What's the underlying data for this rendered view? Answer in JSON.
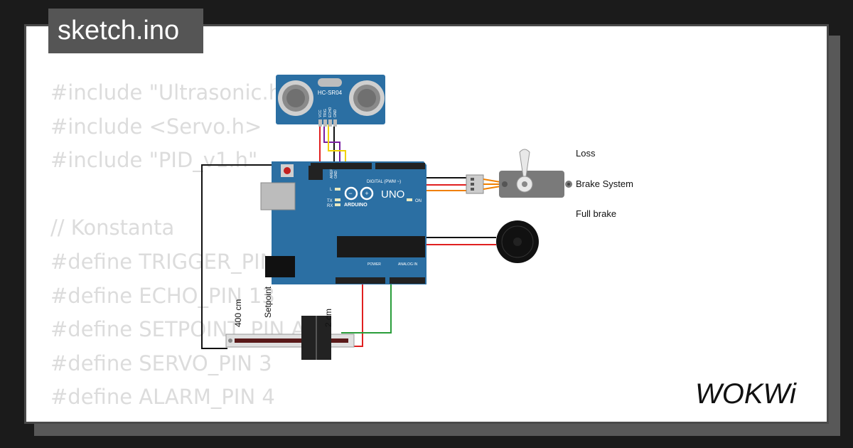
{
  "file_tab": {
    "label": "sketch.ino"
  },
  "code_lines": [
    "#include \"Ultrasonic.h\"",
    "#include <Servo.h>",
    "#include \"PID_v1.h\"",
    "",
    "// Konstanta",
    "#define TRIGGER_PIN 12",
    "#define ECHO_PIN 13",
    "#define SETPOINT_PIN A0",
    "#define SERVO_PIN 3",
    "#define ALARM_PIN 4"
  ],
  "sensor": {
    "model": "HC-SR04",
    "pins": [
      "VCC",
      "TRIG",
      "ECHO",
      "GND"
    ]
  },
  "board": {
    "model": "UNO",
    "brand": "ARDUINO",
    "digital_header": "DIGITAL (PWM ~)",
    "power_header": "POWER",
    "analog_header": "ANALOG IN",
    "on_label": "ON",
    "l_label": "L",
    "tx_label": "TX",
    "rx_label": "RX",
    "aref_label": "AREF",
    "gnd_label": "GND"
  },
  "servo_labels": {
    "top": "Loss",
    "middle": "Brake System",
    "bottom": "Full brake"
  },
  "slider": {
    "max_label": "400 cm",
    "min_label": "2 cm",
    "name_label": "Setpoint"
  },
  "brand_logo": "WOKWi",
  "colors": {
    "board_blue": "#2b6fa3",
    "wire_red": "#e02020",
    "wire_black": "#111111",
    "wire_green": "#2a9d3a",
    "wire_yellow": "#f0d000",
    "wire_orange": "#f08000",
    "wire_purple": "#7a1fa2"
  }
}
